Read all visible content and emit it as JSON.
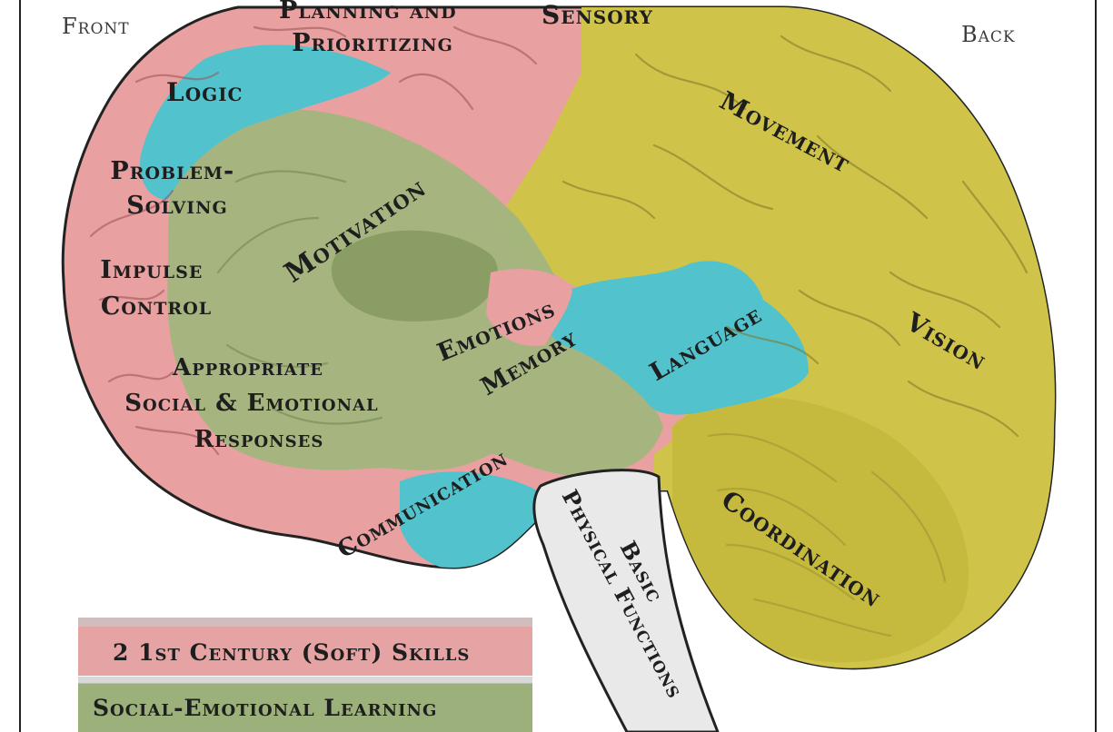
{
  "corner_labels": {
    "front": "Front",
    "back": "Back"
  },
  "region_labels": {
    "planning": [
      "Planning and",
      "Prioritizing"
    ],
    "sensory": "Sensory",
    "logic": "Logic",
    "problem_solving": [
      "Problem-",
      "Solving"
    ],
    "impulse_control": [
      "Impulse",
      "Control"
    ],
    "appropriate_responses": [
      "Appropriate",
      "Social & Emotional",
      "Responses"
    ],
    "motivation": "Motivation",
    "emotions": "Emotions",
    "memory": "Memory",
    "language": "Language",
    "communication": "Communication",
    "basic_physical": [
      "Basic",
      "Physical Functions"
    ],
    "movement": "Movement",
    "vision": "Vision",
    "coordination": "Coordination"
  },
  "legend": [
    {
      "label": "2 1st Century (Soft) Skills",
      "color": "#e5a3a3"
    },
    {
      "label": "Social-Emotional Learning",
      "color": "#9bb07a"
    }
  ],
  "colors": {
    "soft_skills": "#e8a0a1",
    "social_emotional": "#a3b67f",
    "cyan": "#52c3cc",
    "yellow": "#cfc449",
    "brainstem": "#e9e9e9",
    "outline": "#222222"
  }
}
